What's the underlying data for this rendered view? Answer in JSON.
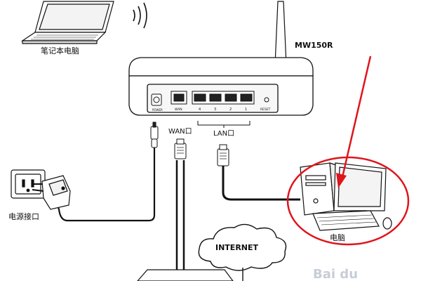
{
  "diagram": {
    "laptop_label": "笔记本电脑",
    "router_model": "MW150R",
    "power_port_label": "POWER",
    "wan_port_label": "WAN",
    "lan_port_numbers": [
      "4",
      "3",
      "2",
      "1"
    ],
    "reset_label": "RESET",
    "wan_caption": "WAN口",
    "lan_caption": "LAN口",
    "outlet_label": "电源接口",
    "computer_label": "电脑",
    "internet_label": "INTERNET",
    "watermark": "Bai du"
  },
  "colors": {
    "line": "#111111",
    "highlight": "#e0141c",
    "fill": "#ffffff",
    "cloud": "#ffffff"
  }
}
